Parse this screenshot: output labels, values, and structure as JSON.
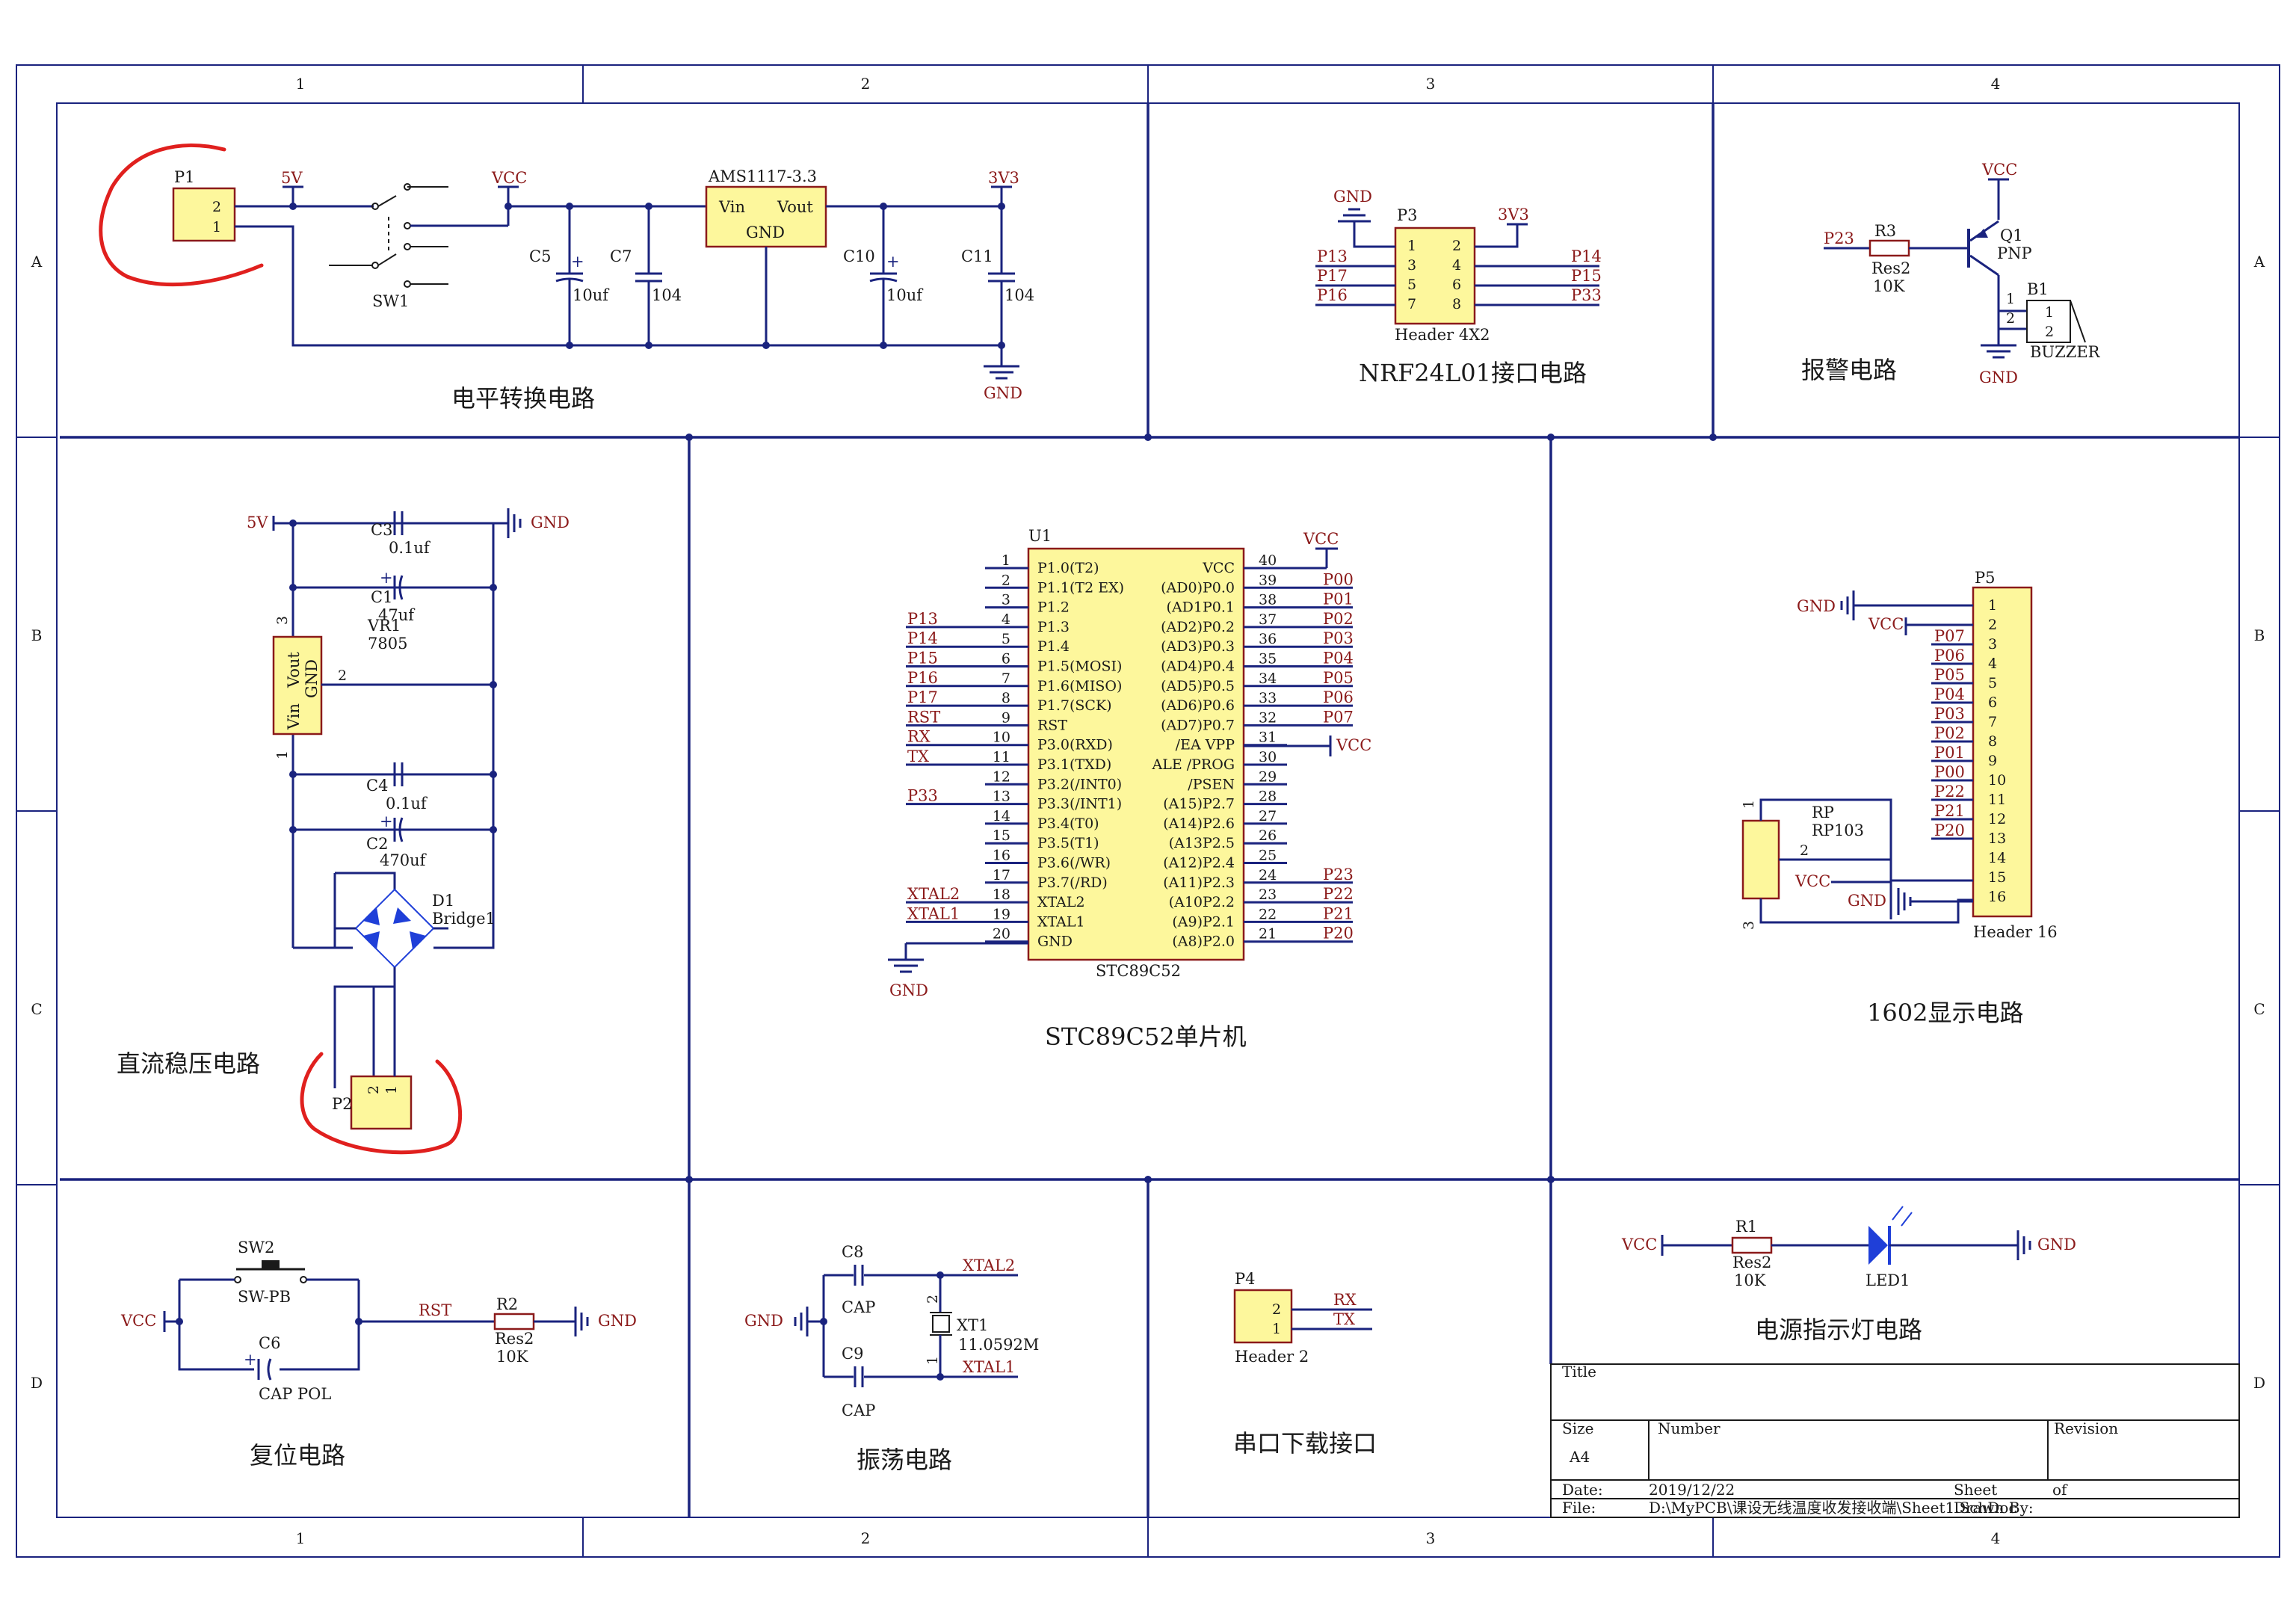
{
  "sheet": {
    "border_columns": [
      "1",
      "2",
      "3",
      "4"
    ],
    "border_rows": [
      "A",
      "B",
      "C",
      "D"
    ]
  },
  "power_circuit": {
    "title": "电平转换电路",
    "p1": {
      "ref": "P1",
      "pins": [
        "2",
        "1"
      ]
    },
    "sw1": "SW1",
    "net_5v": "5V",
    "net_vcc": "VCC",
    "net_3v3": "3V3",
    "net_gnd": "GND",
    "regulator": {
      "name": "AMS1117-3.3",
      "vin": "Vin",
      "vout": "Vout",
      "gnd": "GND"
    },
    "caps": [
      {
        "ref": "C5",
        "value": "10uf"
      },
      {
        "ref": "C7",
        "value": "104"
      },
      {
        "ref": "C10",
        "value": "10uf"
      },
      {
        "ref": "C11",
        "value": "104"
      }
    ]
  },
  "nrf_circuit": {
    "title": "NRF24L01接口电路",
    "ref": "P3",
    "footprint": "Header 4X2",
    "net_gnd": "GND",
    "net_3v3": "3V3",
    "pins_left": [
      "1",
      "3",
      "5",
      "7"
    ],
    "pins_right": [
      "2",
      "4",
      "6",
      "8"
    ],
    "nets_left": [
      "P13",
      "P17",
      "P16"
    ],
    "nets_right": [
      "P14",
      "P15",
      "P33"
    ]
  },
  "alarm_circuit": {
    "title": "报警电路",
    "net_vcc": "VCC",
    "net_p23": "P23",
    "r3": {
      "ref": "R3",
      "type": "Res2",
      "value": "10K"
    },
    "q1": {
      "ref": "Q1",
      "type": "PNP"
    },
    "b1": {
      "ref": "B1",
      "type": "BUZZER",
      "pins": [
        "1",
        "2"
      ]
    },
    "pin_labels": [
      "1",
      "2"
    ],
    "net_gnd": "GND"
  },
  "dc_circuit": {
    "title": "直流稳压电路",
    "net_5v": "5V",
    "net_gnd": "GND",
    "c3": {
      "ref": "C3",
      "value": "0.1uf"
    },
    "c1": {
      "ref": "C1",
      "value": "47uf"
    },
    "vr1": {
      "ref": "VR1",
      "type": "7805",
      "vin": "Vin",
      "vout": "Vout",
      "gnd": "GND",
      "pin_in": "1",
      "pin_out": "3",
      "pin_gnd": "2"
    },
    "c4": {
      "ref": "C4",
      "value": "0.1uf"
    },
    "c2": {
      "ref": "C2",
      "value": "470uf"
    },
    "d1": {
      "ref": "D1",
      "type": "Bridge1"
    },
    "p2": {
      "ref": "P2",
      "pins": [
        "2",
        "1"
      ]
    }
  },
  "mcu": {
    "title": "STC89C52单片机",
    "ref": "U1",
    "part": "STC89C52",
    "net_vcc": "VCC",
    "net_gnd": "GND",
    "left_pins": [
      {
        "num": "1",
        "name": "P1.0(T2)",
        "net": ""
      },
      {
        "num": "2",
        "name": "P1.1(T2 EX)",
        "net": ""
      },
      {
        "num": "3",
        "name": "P1.2",
        "net": ""
      },
      {
        "num": "4",
        "name": "P1.3",
        "net": "P13"
      },
      {
        "num": "5",
        "name": "P1.4",
        "net": "P14"
      },
      {
        "num": "6",
        "name": "P1.5(MOSI)",
        "net": "P15"
      },
      {
        "num": "7",
        "name": "P1.6(MISO)",
        "net": "P16"
      },
      {
        "num": "8",
        "name": "P1.7(SCK)",
        "net": "P17"
      },
      {
        "num": "9",
        "name": "RST",
        "net": "RST"
      },
      {
        "num": "10",
        "name": "P3.0(RXD)",
        "net": "RX"
      },
      {
        "num": "11",
        "name": "P3.1(TXD)",
        "net": "TX"
      },
      {
        "num": "12",
        "name": "P3.2(/INT0)",
        "net": ""
      },
      {
        "num": "13",
        "name": "P3.3(/INT1)",
        "net": "P33"
      },
      {
        "num": "14",
        "name": "P3.4(T0)",
        "net": ""
      },
      {
        "num": "15",
        "name": "P3.5(T1)",
        "net": ""
      },
      {
        "num": "16",
        "name": "P3.6(/WR)",
        "net": ""
      },
      {
        "num": "17",
        "name": "P3.7(/RD)",
        "net": ""
      },
      {
        "num": "18",
        "name": "XTAL2",
        "net": "XTAL2"
      },
      {
        "num": "19",
        "name": "XTAL1",
        "net": "XTAL1"
      },
      {
        "num": "20",
        "name": "GND",
        "net": ""
      }
    ],
    "right_pins": [
      {
        "num": "40",
        "name": "VCC",
        "net": ""
      },
      {
        "num": "39",
        "name": "(AD0)P0.0",
        "net": "P00"
      },
      {
        "num": "38",
        "name": "(AD1P0.1",
        "net": "P01"
      },
      {
        "num": "37",
        "name": "(AD2)P0.2",
        "net": "P02"
      },
      {
        "num": "36",
        "name": "(AD3)P0.3",
        "net": "P03"
      },
      {
        "num": "35",
        "name": "(AD4)P0.4",
        "net": "P04"
      },
      {
        "num": "34",
        "name": "(AD5)P0.5",
        "net": "P05"
      },
      {
        "num": "33",
        "name": "(AD6)P0.6",
        "net": "P06"
      },
      {
        "num": "32",
        "name": "(AD7)P0.7",
        "net": "P07"
      },
      {
        "num": "31",
        "name": "/EA VPP",
        "net": ""
      },
      {
        "num": "30",
        "name": "ALE /PROG",
        "net": ""
      },
      {
        "num": "29",
        "name": "/PSEN",
        "net": ""
      },
      {
        "num": "28",
        "name": "(A15)P2.7",
        "net": ""
      },
      {
        "num": "27",
        "name": "(A14)P2.6",
        "net": ""
      },
      {
        "num": "26",
        "name": "(A13P2.5",
        "net": ""
      },
      {
        "num": "25",
        "name": "(A12)P2.4",
        "net": ""
      },
      {
        "num": "24",
        "name": "(A11)P2.3",
        "net": "P23"
      },
      {
        "num": "23",
        "name": "(A10P2.2",
        "net": "P22"
      },
      {
        "num": "22",
        "name": "(A9)P2.1",
        "net": "P21"
      },
      {
        "num": "21",
        "name": "(A8)P2.0",
        "net": "P20"
      }
    ]
  },
  "lcd_circuit": {
    "title": "1602显示电路",
    "ref": "P5",
    "footprint": "Header 16",
    "net_gnd": "GND",
    "net_vcc": "VCC",
    "pins": [
      "1",
      "2",
      "3",
      "4",
      "5",
      "6",
      "7",
      "8",
      "9",
      "10",
      "11",
      "12",
      "13",
      "14",
      "15",
      "16"
    ],
    "pin_nets": [
      "",
      "",
      "P07",
      "P06",
      "P05",
      "P04",
      "P03",
      "P02",
      "P01",
      "P00",
      "P22",
      "P21",
      "P20",
      "",
      "",
      ""
    ],
    "rp": {
      "ref": "RP",
      "type": "RP103",
      "pin1": "1",
      "pin2": "2",
      "pin3": "3"
    }
  },
  "reset_circuit": {
    "title": "复位电路",
    "sw2": {
      "ref": "SW2",
      "type": "SW-PB"
    },
    "c6": {
      "ref": "C6",
      "type": "CAP POL"
    },
    "r2": {
      "ref": "R2",
      "type": "Res2",
      "value": "10K"
    },
    "net_vcc": "VCC",
    "net_rst": "RST",
    "net_gnd": "GND"
  },
  "osc_circuit": {
    "title": "振荡电路",
    "c8": {
      "ref": "C8",
      "type": "CAP"
    },
    "c9": {
      "ref": "C9",
      "type": "CAP"
    },
    "xt1": {
      "ref": "XT1",
      "value": "11.0592M",
      "pin1": "1",
      "pin2": "2"
    },
    "net_xtal2": "XTAL2",
    "net_xtal1": "XTAL1",
    "net_gnd": "GND"
  },
  "serial_circuit": {
    "title": "串口下载接口",
    "ref": "P4",
    "footprint": "Header 2",
    "pins": [
      "2",
      "1"
    ],
    "net_rx": "RX",
    "net_tx": "TX"
  },
  "led_circuit": {
    "title": "电源指示灯电路",
    "net_vcc": "VCC",
    "r1": {
      "ref": "R1",
      "type": "Res2",
      "value": "10K"
    },
    "led": "LED1",
    "net_gnd": "GND"
  },
  "title_block": {
    "title_label": "Title",
    "size_label": "Size",
    "size_value": "A4",
    "number_label": "Number",
    "revision_label": "Revision",
    "date_label": "Date:",
    "date_value": "2019/12/22",
    "file_label": "File:",
    "file_value": "D:\\MyPCB\\课设无线温度收发接收端\\Sheet1.SchDoc",
    "sheet_label": "Sheet",
    "of_label": "of",
    "drawn_label": "Drawn By:"
  },
  "colors": {
    "frame": "#1a237e",
    "wire": "#1a237e",
    "part_fill": "#fdf79c",
    "part_stroke": "#8b1a1a",
    "net_label": "#8b1a1a",
    "annotation": "#e0201e",
    "diode": "#1f3fd8"
  }
}
